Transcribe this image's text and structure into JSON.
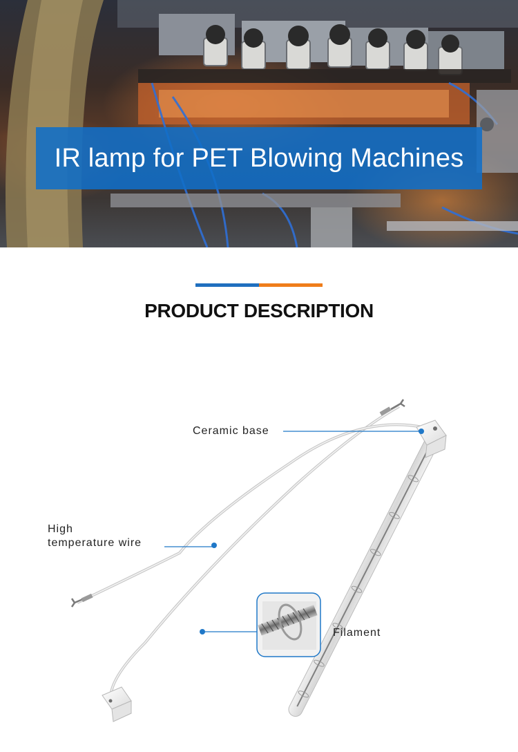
{
  "hero": {
    "title": "IR lamp for PET Blowing Machines",
    "band_color": "#1a6fc4"
  },
  "section": {
    "title": "PRODUCT DESCRIPTION",
    "accent_colors": [
      "#1f6fbf",
      "#ef7d1a"
    ]
  },
  "labels": {
    "ceramic_base": "Ceramic base",
    "wire_line1": "High",
    "wire_line2": "temperature wire",
    "filament": "Filament"
  },
  "callout_color": "#1f78c8"
}
